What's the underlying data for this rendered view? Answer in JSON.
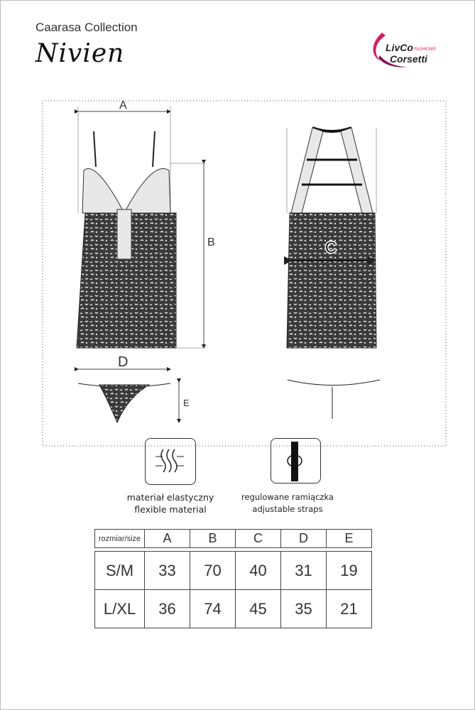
{
  "header": {
    "collection": "Caarasa Collection",
    "model": "Nivien",
    "logo_text": [
      "LivCo",
      "FASHION®",
      "Corsetti"
    ]
  },
  "diagram": {
    "labels": {
      "A": "A",
      "B": "B",
      "C": "C",
      "D": "D",
      "E": "E"
    }
  },
  "features": [
    {
      "icon": "stretch-waves-icon",
      "pl": "materiał elastyczny",
      "en": "flexible material"
    },
    {
      "icon": "strap-buckle-icon",
      "pl": "regulowane ramiączka",
      "en": "adjustable straps"
    }
  ],
  "size_table": {
    "header": [
      "rozmiar/size",
      "A",
      "B",
      "C",
      "D",
      "E"
    ],
    "rows": [
      [
        "S/M",
        "33",
        "70",
        "40",
        "31",
        "19"
      ],
      [
        "L/XL",
        "36",
        "74",
        "45",
        "35",
        "21"
      ]
    ]
  },
  "colors": {
    "logo": "#c2185b",
    "line": "#333333"
  }
}
